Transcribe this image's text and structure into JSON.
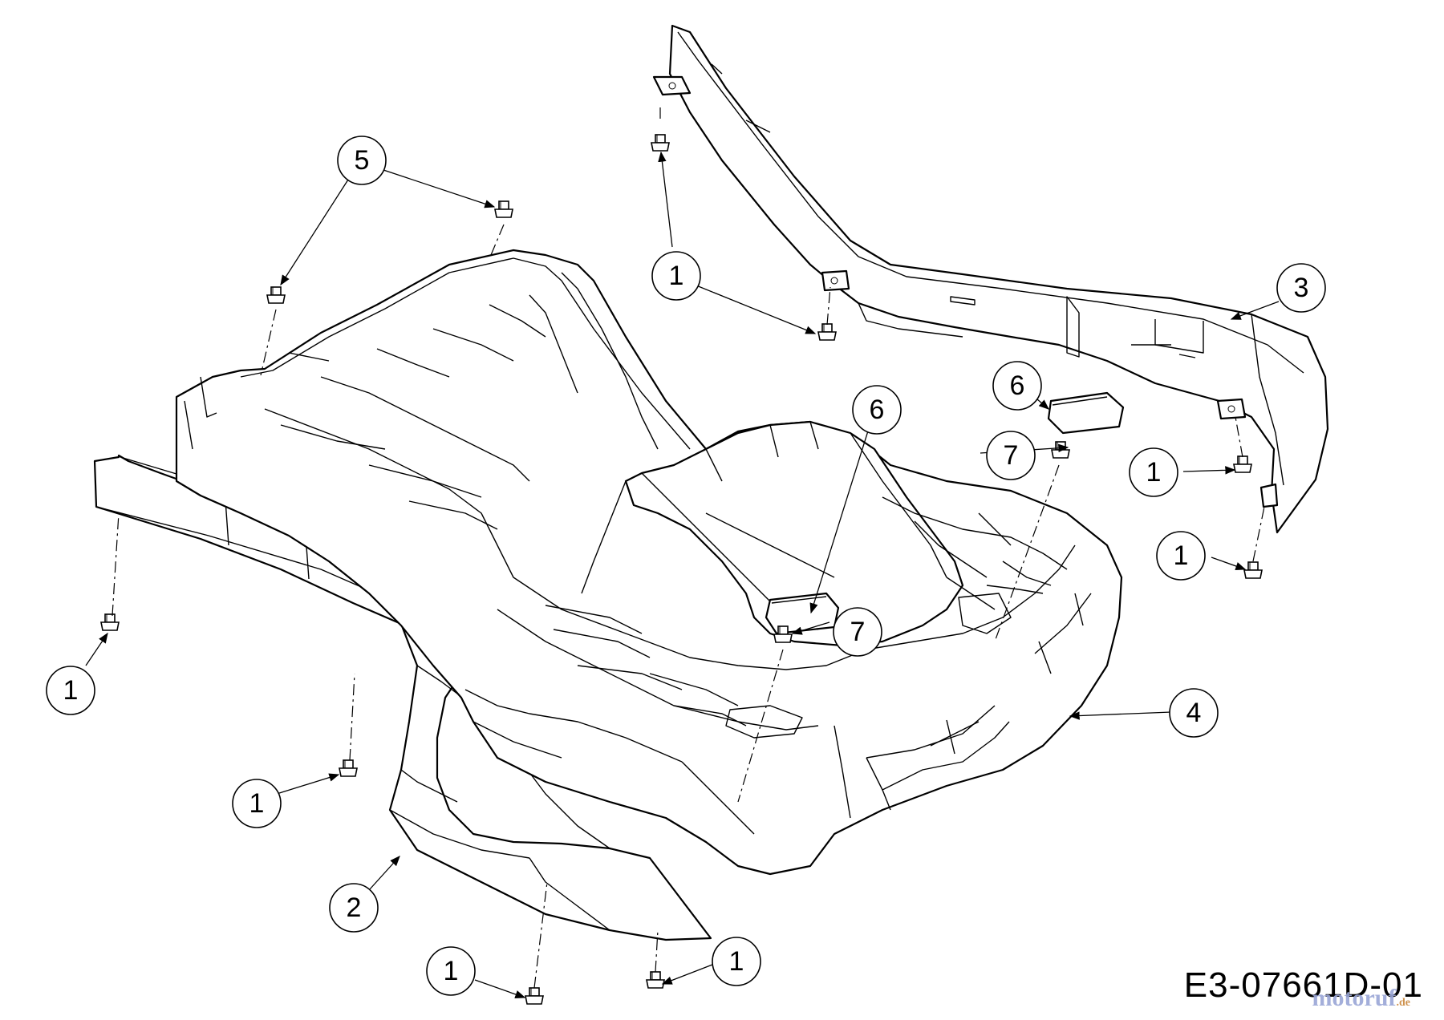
{
  "diagram": {
    "callouts": [
      "5",
      "1",
      "3",
      "6",
      "6",
      "7",
      "1",
      "1",
      "7",
      "4",
      "1",
      "1",
      "2",
      "1",
      "1"
    ],
    "code": "E3-07661D-01",
    "watermark": {
      "main": "motoruf",
      "suffix": ".de"
    }
  }
}
